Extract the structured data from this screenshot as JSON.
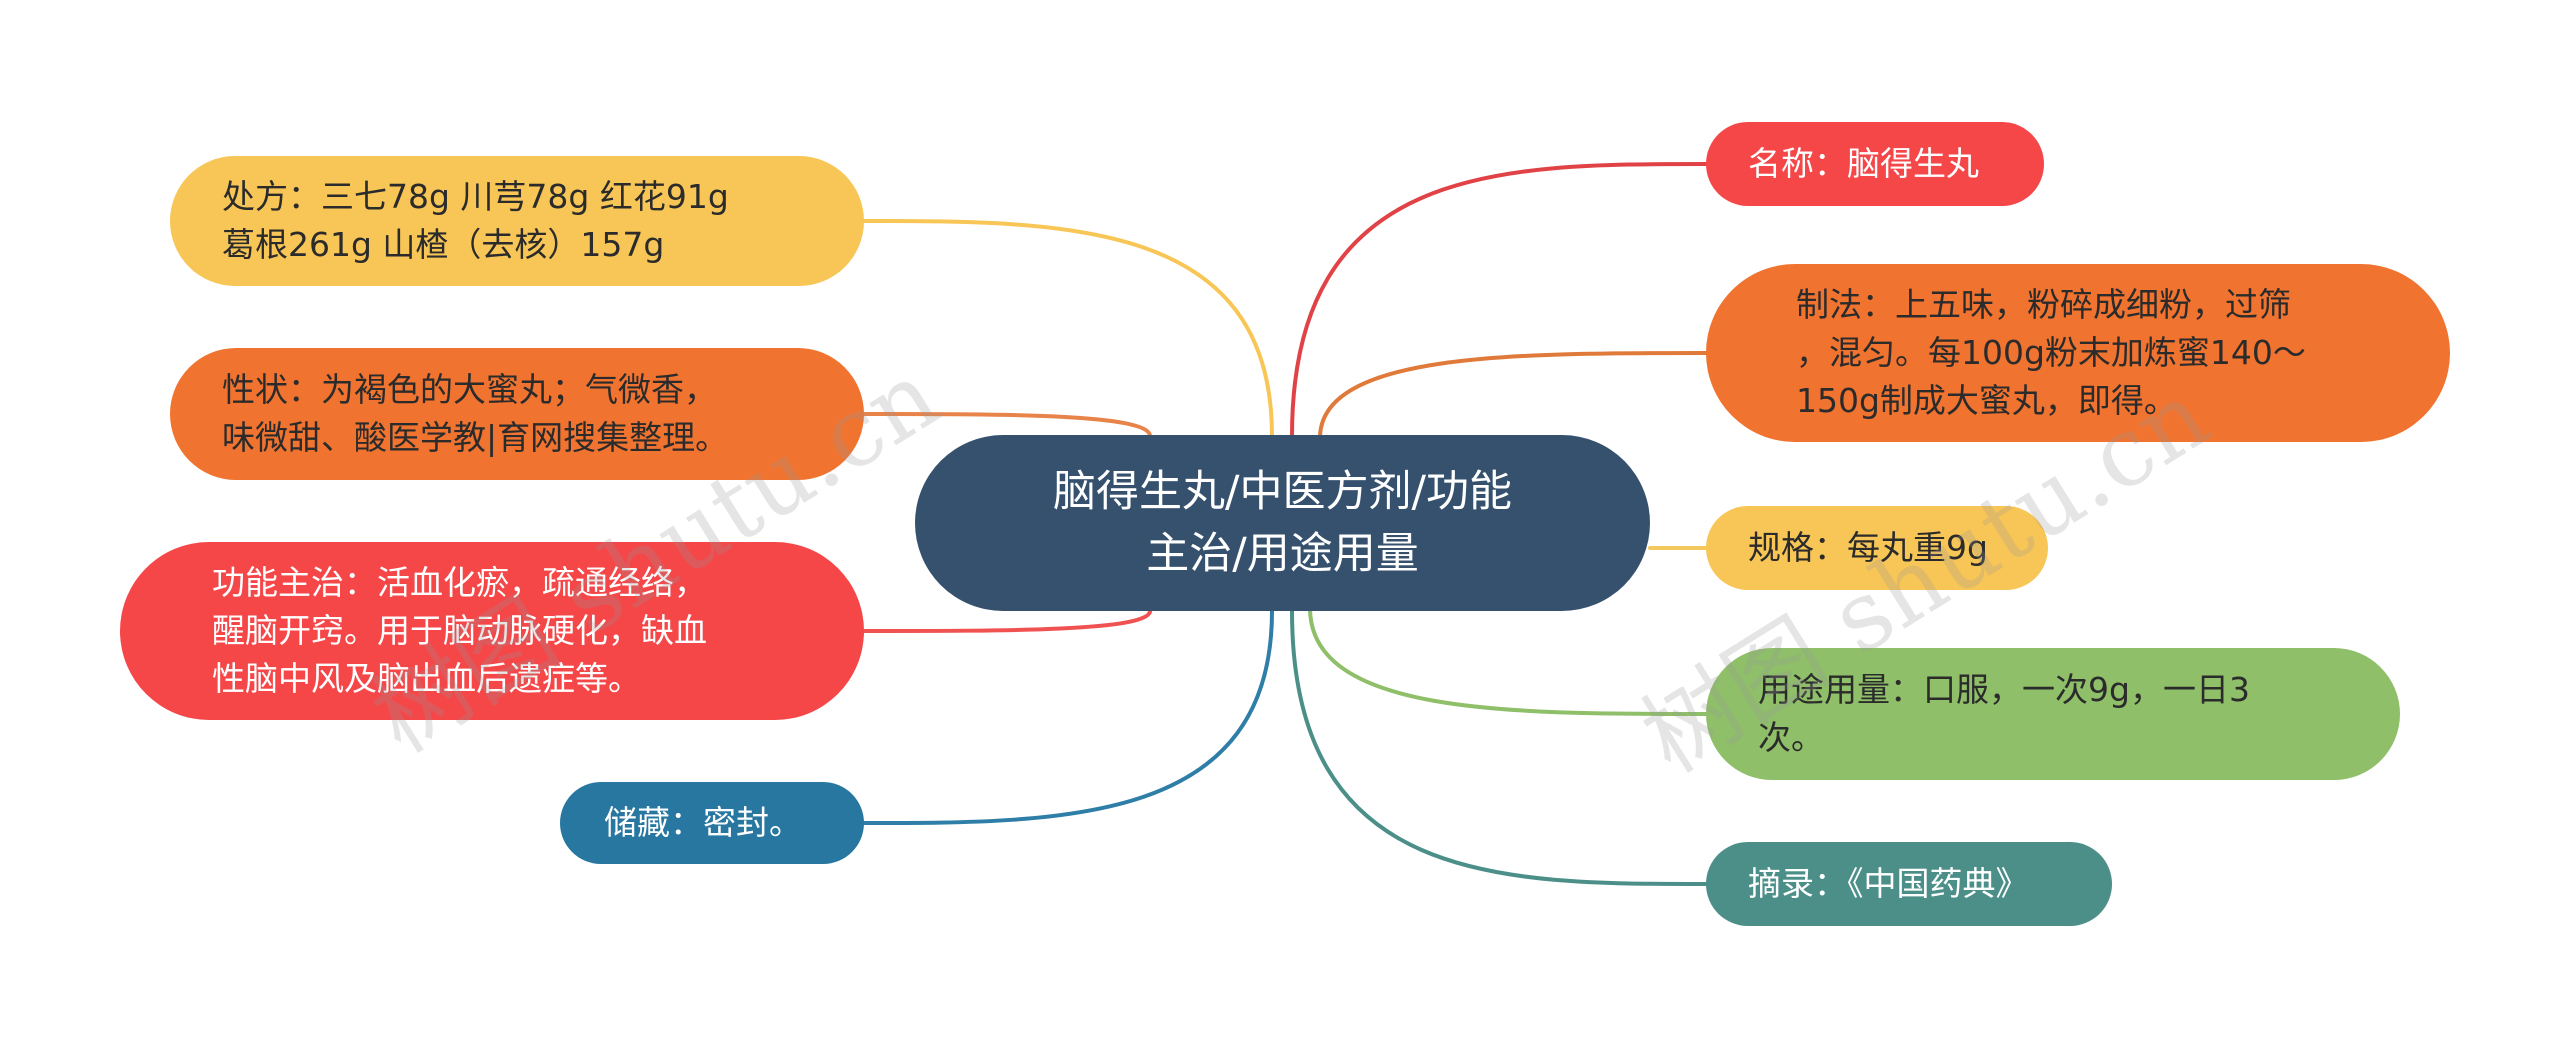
{
  "root": {
    "text": "脑得生丸/中医方剂/功能\n主治/用途用量",
    "color": "#36516e"
  },
  "nodes": [
    {
      "id": "chufang",
      "text": "处方：三七78g 川芎78g 红花91g\n葛根261g 山楂（去核）157g",
      "color": "#f8c656",
      "text_color": "#2b2b2b",
      "line_color": "#f8c656"
    },
    {
      "id": "xingzhuang",
      "text": "性状：为褐色的大蜜丸；气微香，\n味微甜、酸医学教|育网搜集整理。",
      "color": "#f07330",
      "text_color": "#2b2b2b",
      "line_color": "#e8834a"
    },
    {
      "id": "gongneng",
      "text": "功能主治：活血化瘀，疏通经络，\n醒脑开窍。用于脑动脉硬化，缺血\n性脑中风及脑出血后遗症等。",
      "color": "#f54648",
      "text_color": "#ffffff",
      "line_color": "#f05252"
    },
    {
      "id": "chucang",
      "text": "储藏：密封。",
      "color": "#2777a0",
      "text_color": "#ffffff",
      "line_color": "#2e7ea8"
    },
    {
      "id": "mingcheng",
      "text": "名称：脑得生丸",
      "color": "#f54648",
      "text_color": "#ffffff",
      "line_color": "#e04246"
    },
    {
      "id": "zhifa",
      "text": "制法：上五味，粉碎成细粉，过筛\n，混匀。每100g粉末加炼蜜140～\n150g制成大蜜丸，即得。",
      "color": "#f07330",
      "text_color": "#2b2b2b",
      "line_color": "#e07a3a"
    },
    {
      "id": "guige",
      "text": "规格：每丸重9g",
      "color": "#f8c656",
      "text_color": "#2b2b2b",
      "line_color": "#f3c85c"
    },
    {
      "id": "yongtu",
      "text": "用途用量：口服，一次9g，一日3\n次。",
      "color": "#8fbf69",
      "text_color": "#2b2b2b",
      "line_color": "#8fbf69"
    },
    {
      "id": "zhailu",
      "text": "摘录：《中国药典》",
      "color": "#4b8f88",
      "text_color": "#ffffff",
      "line_color": "#4b8f88"
    }
  ],
  "watermark": {
    "left": "树图 shutu.cn",
    "right": "树图 shutu.cn"
  }
}
